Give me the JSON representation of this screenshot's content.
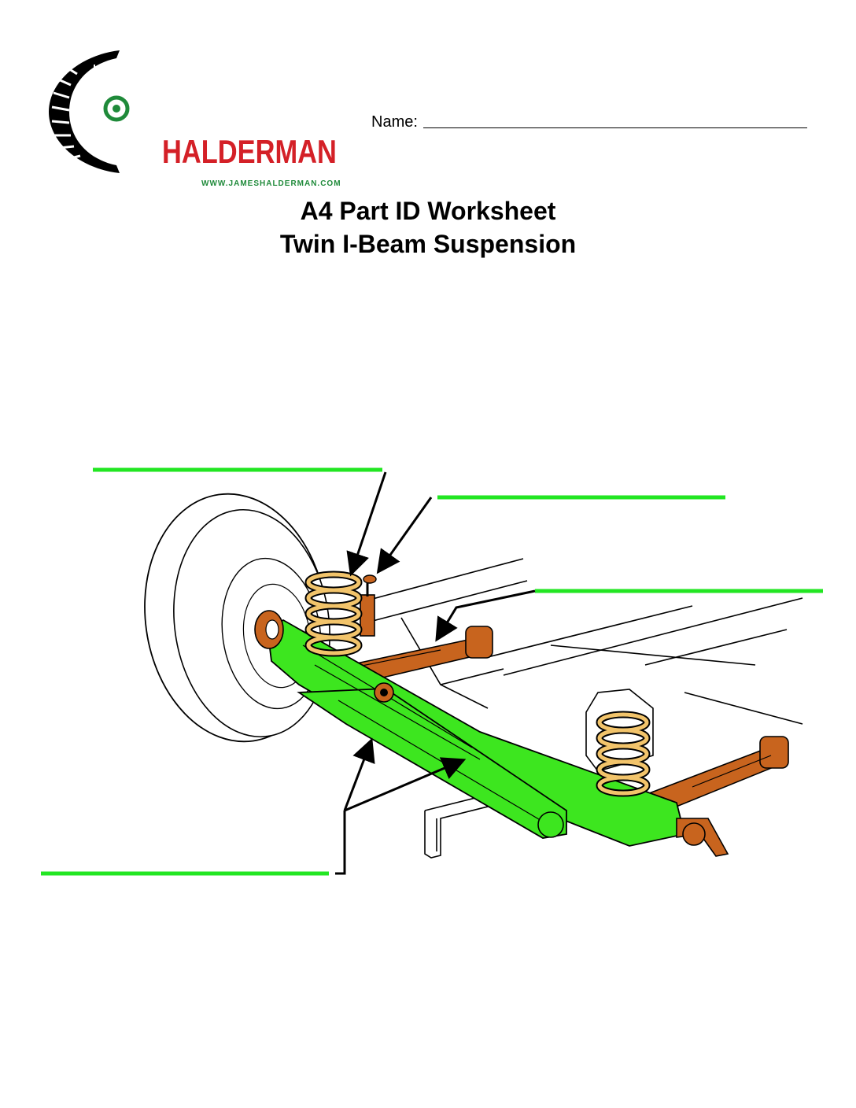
{
  "logo": {
    "brand": "HALDERMAN",
    "url": "WWW.JAMESHALDERMAN.COM"
  },
  "name_field": {
    "label": "Name:"
  },
  "title": {
    "line1": "A4 Part ID Worksheet",
    "line2": "Twin I-Beam Suspension"
  },
  "colors": {
    "answer_line": "#22e622",
    "i_beam": "#3de61f",
    "spring": "#f2c46b",
    "radius_arm": "#c8641e",
    "logo_red": "#d42027",
    "logo_green": "#1f8a3a"
  },
  "diagram": {
    "label_blanks": 4,
    "parts_shown": [
      "coil-spring",
      "shock-absorber",
      "radius-arm",
      "twin-i-beams"
    ]
  }
}
